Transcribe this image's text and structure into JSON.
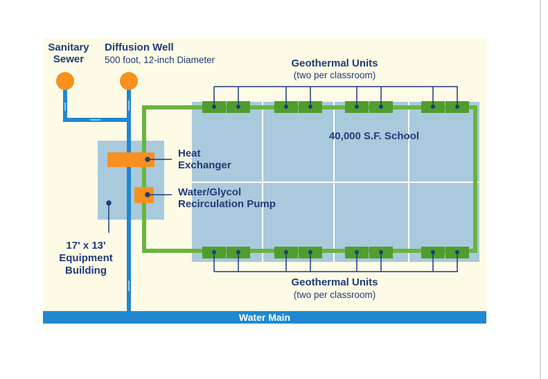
{
  "labels": {
    "sanitary_sewer_1": "Sanitary",
    "sanitary_sewer_2": "Sewer",
    "diffusion_well": "Diffusion Well",
    "diffusion_well_spec": "500 foot, 12-inch Diameter",
    "geo_top_title": "Geothermal Units",
    "geo_top_sub": "(two per classroom)",
    "geo_bottom_title": "Geothermal Units",
    "geo_bottom_sub": "(two per classroom)",
    "school": "40,000 S.F. School",
    "heat_exchanger_1": "Heat",
    "heat_exchanger_2": "Exchanger",
    "pump_1": "Water/Glycol",
    "pump_2": "Recirculation Pump",
    "building_1": "17' x 13'",
    "building_2": "Equipment",
    "building_3": "Building",
    "water_main": "Water Main"
  },
  "colors": {
    "background": "#fdfbe6",
    "water_pipe": "#1f88d0",
    "loop": "#6ab43e",
    "unit": "#4f9e2d",
    "orange": "#f7901e",
    "room": "#a9c9dc",
    "text": "#1f3b78"
  }
}
